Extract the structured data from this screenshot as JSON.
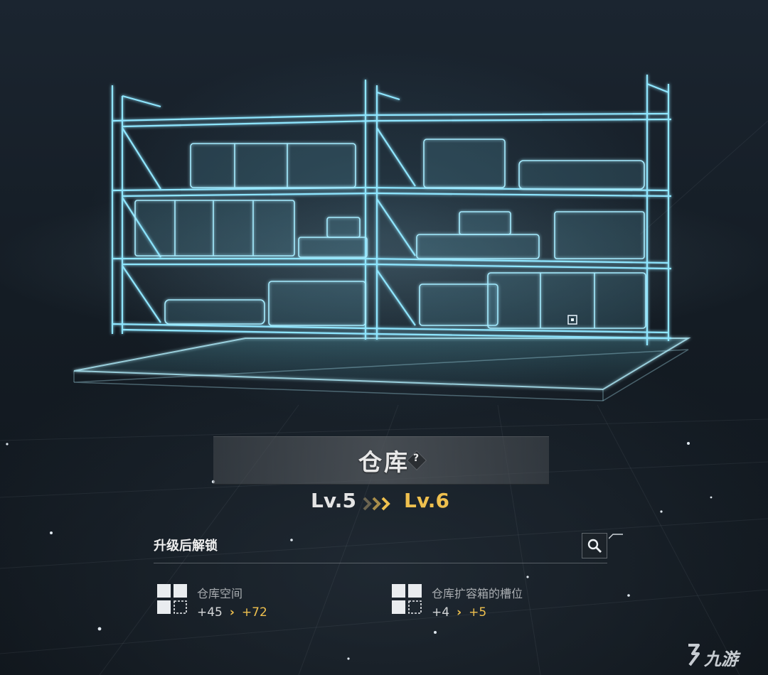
{
  "building": {
    "title": "仓库",
    "help_label": "?"
  },
  "level": {
    "current": "Lv.5",
    "next": "Lv.6"
  },
  "unlocks": {
    "section_title": "升级后解锁",
    "items": [
      {
        "name": "仓库空间",
        "from": "+45",
        "to": "+72",
        "icon": "grid-slot-icon"
      },
      {
        "name": "仓库扩容箱的槽位",
        "from": "+4",
        "to": "+5",
        "icon": "grid-slot-icon"
      }
    ]
  },
  "watermark": {
    "text": "九游"
  },
  "colors": {
    "accent_gold": "#efc04e",
    "hologram_cyan": "#7fe4ff",
    "text_primary": "#e8e8e8",
    "text_secondary": "#a9adb1"
  }
}
